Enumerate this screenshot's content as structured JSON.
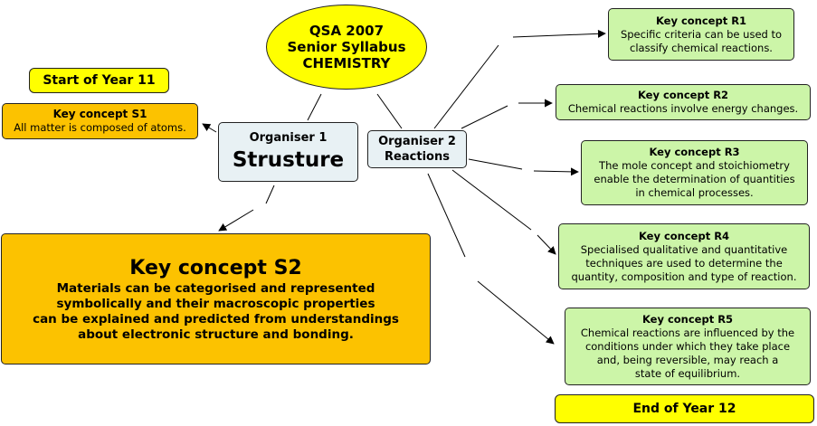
{
  "colors": {
    "green_box": "#ccf5a8",
    "yellow_box": "#ffff00",
    "orange_box": "#fcc200",
    "organiser_box": "#e8f1f4",
    "line": "#000000"
  },
  "title": {
    "line1": "QSA 2007",
    "line2": "Senior Syllabus",
    "line3": "CHEMISTRY"
  },
  "start_label": "Start of Year 11",
  "end_label": "End of Year 12",
  "organiser1": {
    "heading": "Organiser 1",
    "name": "Strusture"
  },
  "organiser2": {
    "heading": "Organiser 2",
    "name": "Reactions"
  },
  "s1": {
    "heading": "Key concept S1",
    "body": "All matter is composed of atoms."
  },
  "s2": {
    "heading": "Key concept S2",
    "lines": [
      "Materials can be categorised and represented",
      "symbolically and their macroscopic properties",
      "can be explained and predicted from understandings",
      "about electronic structure and bonding."
    ]
  },
  "r1": {
    "heading": "Key concept R1",
    "lines": [
      "Specific criteria can be used to",
      "classify chemical reactions."
    ]
  },
  "r2": {
    "heading": "Key concept R2",
    "lines": [
      "Chemical reactions involve energy changes."
    ]
  },
  "r3": {
    "heading": "Key concept R3",
    "lines": [
      "The mole concept and stoichiometry",
      "enable the determination of quantities",
      "in chemical processes."
    ]
  },
  "r4": {
    "heading": "Key concept R4",
    "lines": [
      "Specialised qualitative and quantitative",
      "techniques are used to determine the",
      "quantity, composition and type of reaction."
    ]
  },
  "r5": {
    "heading": "Key concept R5",
    "lines": [
      "Chemical reactions are influenced by the",
      "conditions under which they take place",
      "and, being reversible, may reach a",
      "state of equilibrium."
    ]
  }
}
